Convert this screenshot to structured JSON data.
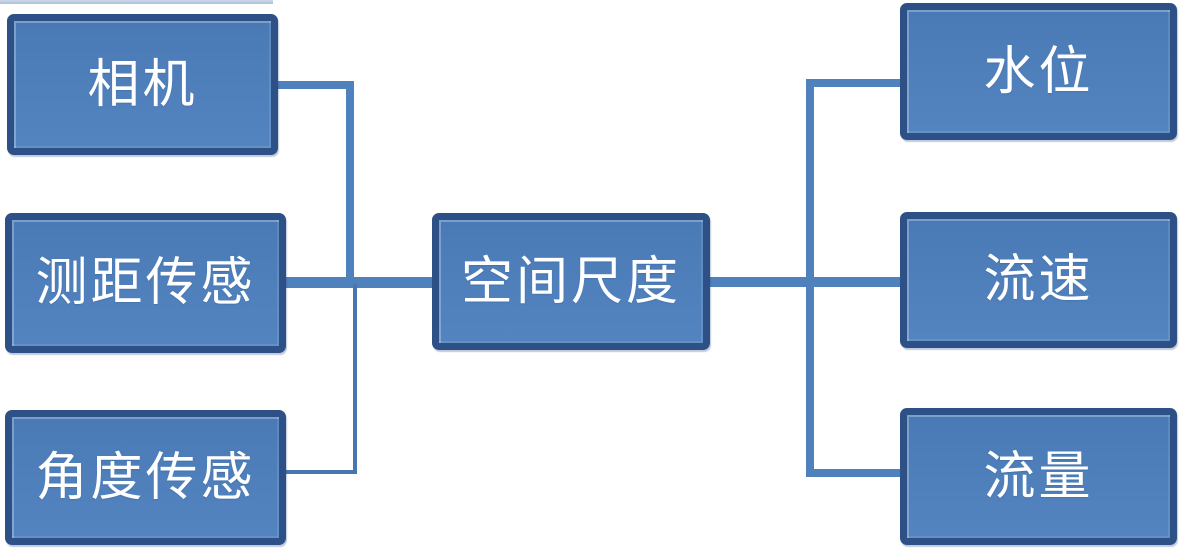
{
  "diagram": {
    "title": "sensor-to-measurement flow diagram",
    "center_node": {
      "label": "空间尺度"
    },
    "left_nodes": [
      {
        "label": "相机"
      },
      {
        "label": "测距传感"
      },
      {
        "label": "角度传感"
      }
    ],
    "right_nodes": [
      {
        "label": "水位"
      },
      {
        "label": "流速"
      },
      {
        "label": "流量"
      }
    ],
    "colors": {
      "node_fill": "#4f81bd",
      "node_border": "#2d5186",
      "connector": "#4f81bd",
      "connector_thin": "#4876ae",
      "top_strip": "#a8bfdc",
      "text": "#ffffff",
      "background": "#ffffff"
    }
  }
}
